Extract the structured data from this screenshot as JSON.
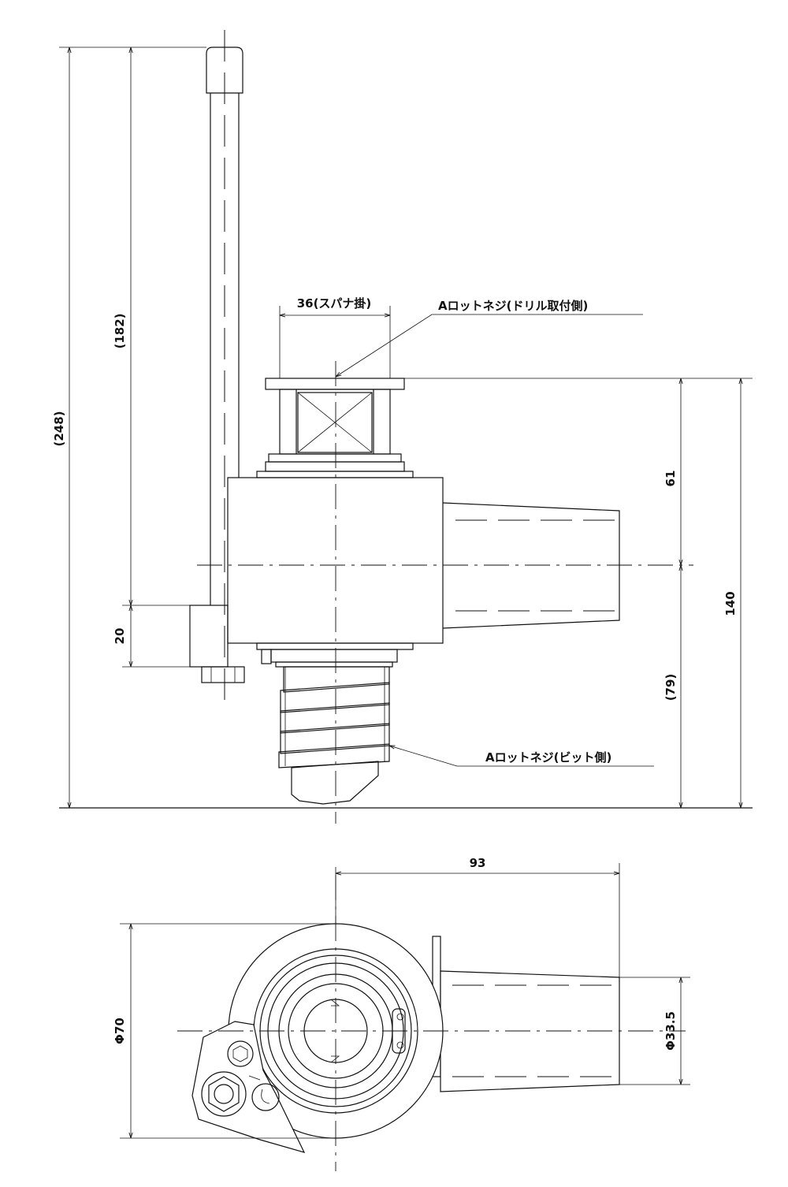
{
  "dimensions": {
    "overall_height": "(248)",
    "lever_height": "(182)",
    "lever_block": "20",
    "spanner_width": "36(スパナ掛)",
    "upper_to_center": "61",
    "total_height": "140",
    "center_to_tip": "(79)",
    "arm_length": "93",
    "body_diameter": "Φ70",
    "arm_diameter": "Φ33.5"
  },
  "labels": {
    "drill_side": "Aロットネジ(ドリル取付側)",
    "bit_side": "Aロットネジ(ビット側)"
  }
}
